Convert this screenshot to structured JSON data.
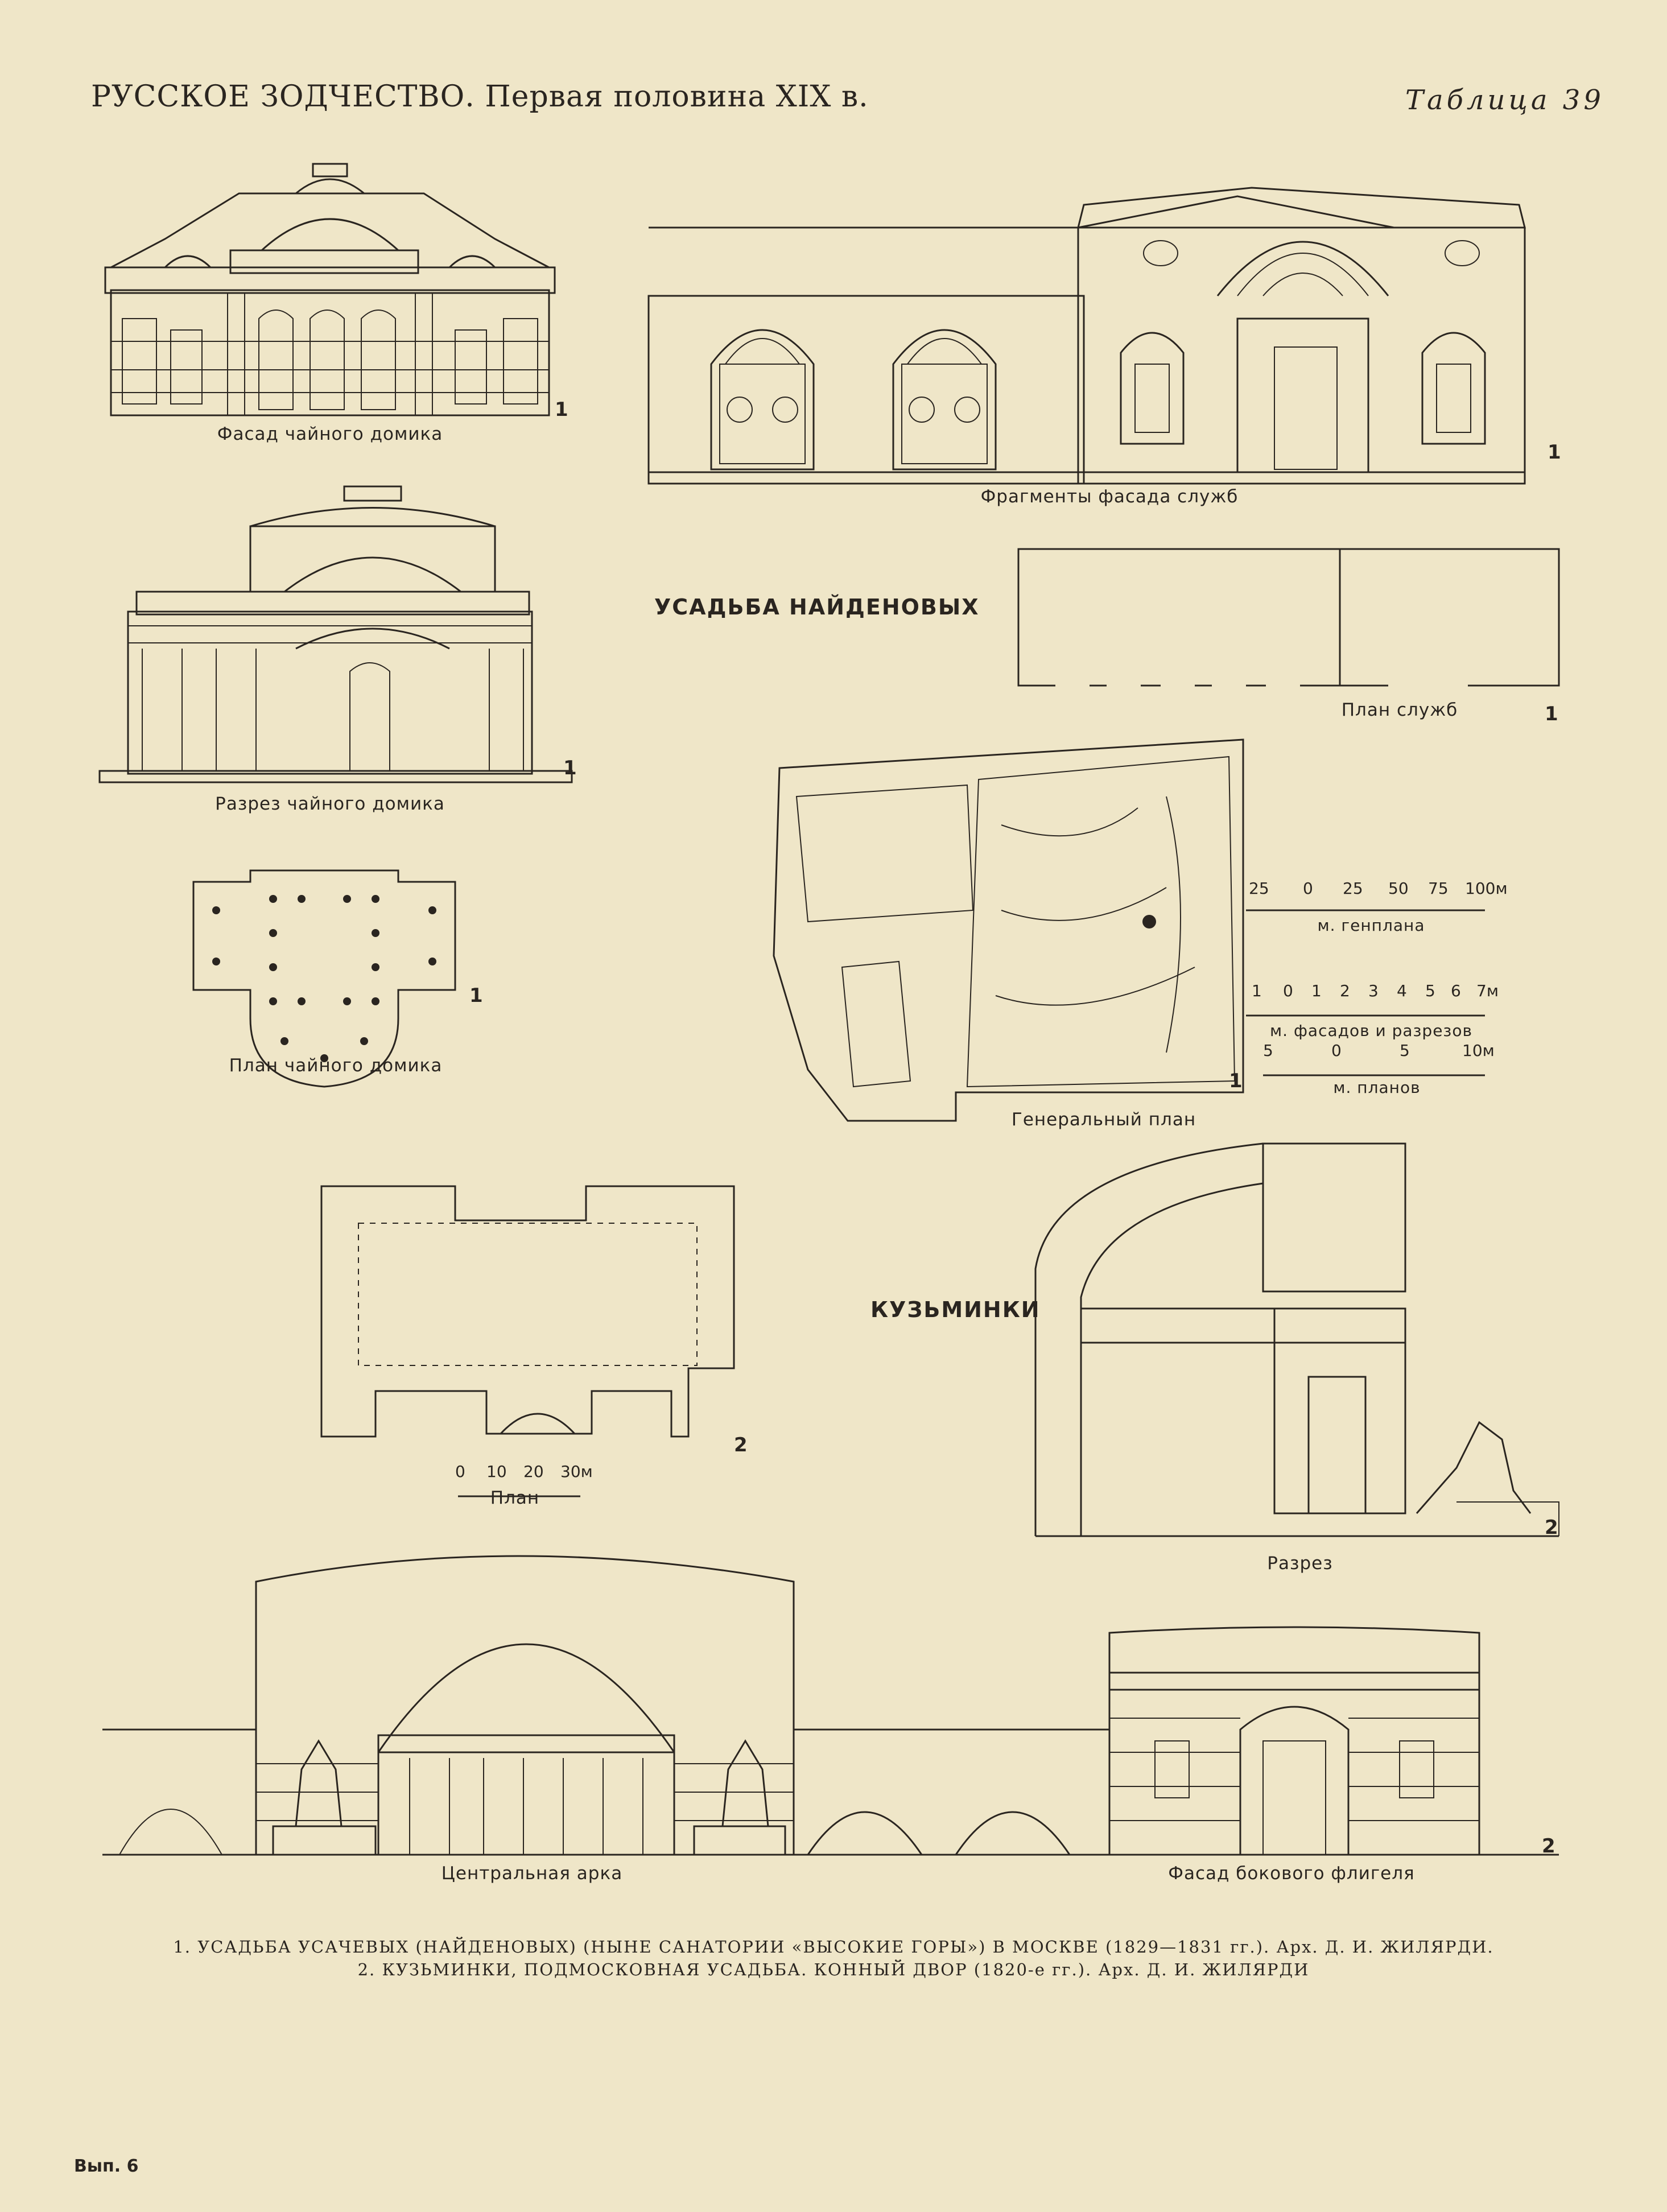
{
  "header": {
    "title": "РУССКОЕ ЗОДЧЕСТВО. Первая половина XIX в.",
    "table_number": "Таблица 39"
  },
  "sections": {
    "naydenov": "УСАДЬБА НАЙДЕНОВЫХ",
    "kuzminki": "КУЗЬМИНКИ"
  },
  "captions": {
    "tea_house_facade": "Фасад чайного домика",
    "service_facade_fragments": "Фрагменты фасада служб",
    "tea_house_section": "Разрез чайного домика",
    "service_plan": "План служб",
    "tea_house_plan": "План чайного домика",
    "general_plan": "Генеральный план",
    "kuzminki_plan": "План",
    "kuzminki_section": "Разрез",
    "central_arch": "Центральная арка",
    "side_wing_facade": "Фасад бокового флигеля"
  },
  "figure_numbers": {
    "one": "1",
    "two": "2"
  },
  "scales": {
    "general_plan": {
      "ticks": [
        "25",
        "0",
        "25",
        "50",
        "75",
        "100м"
      ],
      "label": "м. генплана"
    },
    "facades_sections": {
      "ticks": [
        "1",
        "0",
        "1",
        "2",
        "3",
        "4",
        "5",
        "6",
        "7м"
      ],
      "label": "м. фасадов и разрезов"
    },
    "plans": {
      "ticks": [
        "5",
        "0",
        "5",
        "10м"
      ],
      "label": "м. планов"
    },
    "kuzminki_plan": {
      "ticks": [
        "0",
        "10",
        "20",
        "30м"
      ]
    }
  },
  "footer": {
    "line1": "1. УСАДЬБА УСАЧЕВЫХ (НАЙДЕНОВЫХ) (НЫНЕ САНАТОРИИ «ВЫСОКИЕ ГОРЫ») В МОСКВЕ (1829—1831 гг.). Арх. Д. И. ЖИЛЯРДИ.",
    "line2": "2. КУЗЬМИНКИ, ПОДМОСКОВНАЯ УСАДЬБА. КОННЫЙ ДВОР (1820-е гг.). Арх. Д. И. ЖИЛЯРДИ"
  },
  "issue": "Вып. 6"
}
